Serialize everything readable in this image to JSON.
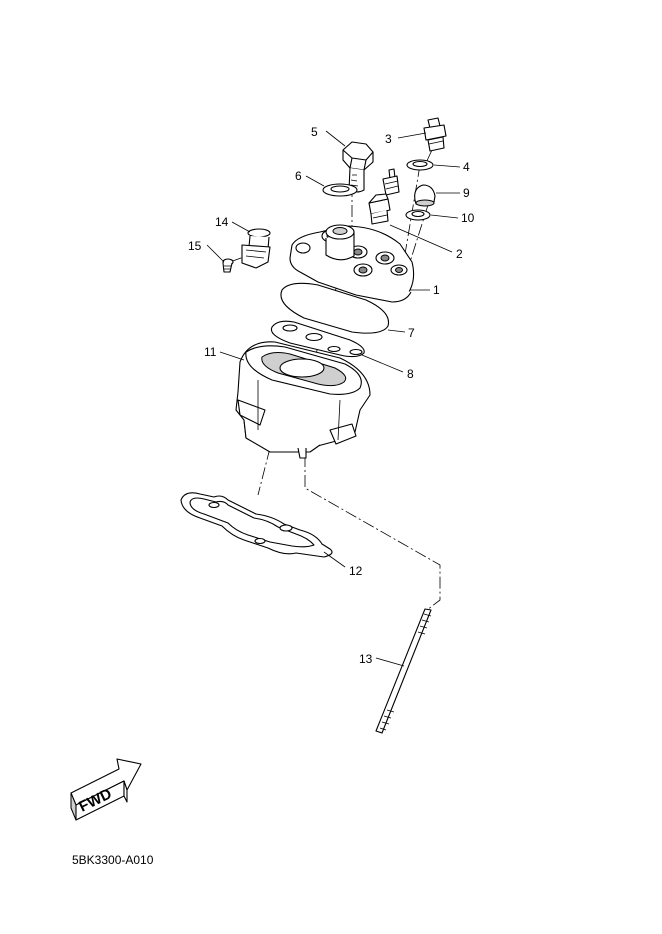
{
  "diagram_code": "5BK3300-A010",
  "direction_label": "FWD",
  "callouts": [
    {
      "id": "1",
      "label": "1"
    },
    {
      "id": "2",
      "label": "2"
    },
    {
      "id": "3",
      "label": "3"
    },
    {
      "id": "4",
      "label": "4"
    },
    {
      "id": "5",
      "label": "5"
    },
    {
      "id": "6",
      "label": "6"
    },
    {
      "id": "7",
      "label": "7"
    },
    {
      "id": "8",
      "label": "8"
    },
    {
      "id": "9",
      "label": "9"
    },
    {
      "id": "10",
      "label": "10"
    },
    {
      "id": "11",
      "label": "11"
    },
    {
      "id": "12",
      "label": "12"
    },
    {
      "id": "13",
      "label": "13"
    },
    {
      "id": "14",
      "label": "14"
    },
    {
      "id": "15",
      "label": "15"
    }
  ]
}
